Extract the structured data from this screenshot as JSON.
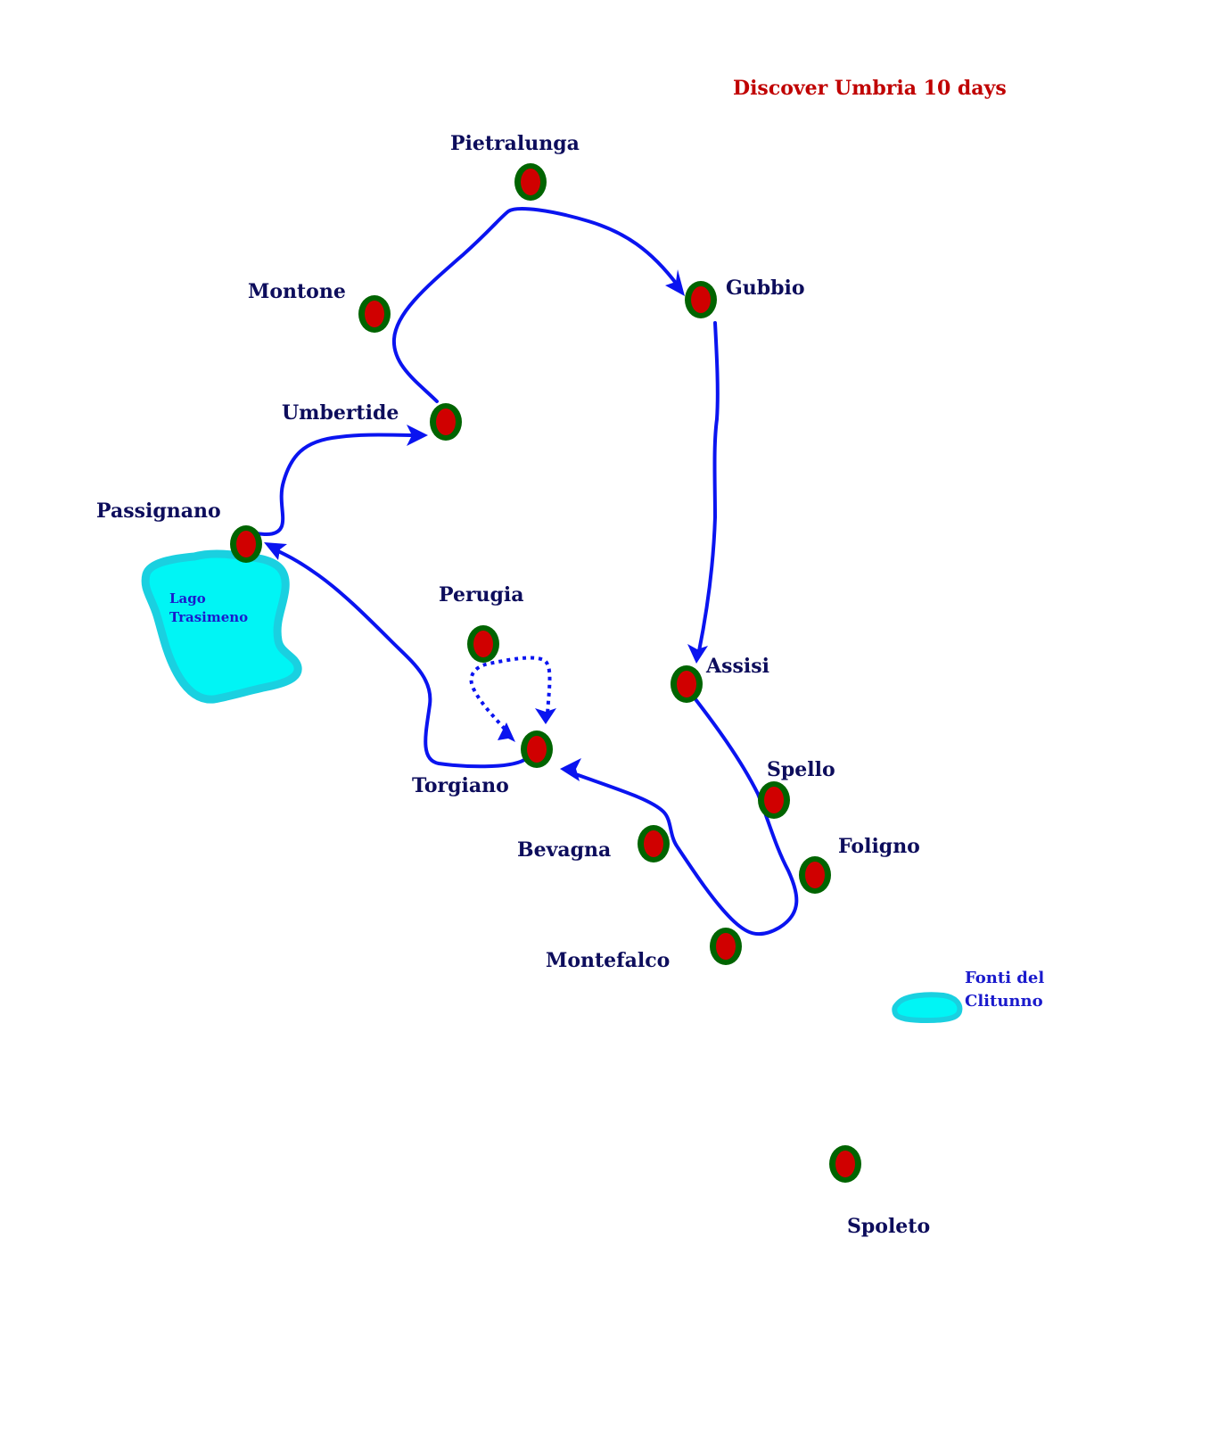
{
  "title": "Discover Umbria 10 days",
  "colors": {
    "title": "#c00000",
    "label": "#0d0d5c",
    "route": "#0a14f0",
    "marker_outer": "#006400",
    "marker_inner": "#d00000",
    "water": "#00f5f5",
    "water_label": "#1a1acc"
  },
  "cities": [
    {
      "id": "pietralunga",
      "name": "Pietralunga"
    },
    {
      "id": "montone",
      "name": "Montone"
    },
    {
      "id": "gubbio",
      "name": "Gubbio"
    },
    {
      "id": "umbertide",
      "name": "Umbertide"
    },
    {
      "id": "passignano",
      "name": "Passignano"
    },
    {
      "id": "perugia",
      "name": "Perugia"
    },
    {
      "id": "assisi",
      "name": "Assisi"
    },
    {
      "id": "torgiano",
      "name": "Torgiano"
    },
    {
      "id": "spello",
      "name": "Spello"
    },
    {
      "id": "bevagna",
      "name": "Bevagna"
    },
    {
      "id": "foligno",
      "name": "Foligno"
    },
    {
      "id": "montefalco",
      "name": "Montefalco"
    },
    {
      "id": "spoleto",
      "name": "Spoleto"
    }
  ],
  "water_bodies": [
    {
      "id": "trasimeno",
      "line1": "Lago",
      "line2": "Trasimeno"
    },
    {
      "id": "clitunno",
      "line1": "Fonti del",
      "line2": "Clitunno"
    }
  ],
  "route": [
    {
      "from": "Torgiano",
      "to": "Passignano",
      "style": "solid"
    },
    {
      "from": "Passignano",
      "to": "Umbertide",
      "style": "solid"
    },
    {
      "from": "Umbertide",
      "to": "Gubbio",
      "via": "Pietralunga",
      "style": "solid"
    },
    {
      "from": "Gubbio",
      "to": "Assisi",
      "style": "solid"
    },
    {
      "from": "Assisi",
      "to": "Torgiano",
      "via": "Spello, Foligno, Montefalco",
      "style": "solid"
    },
    {
      "from": "Torgiano",
      "to": "Perugia",
      "style": "dotted",
      "round_trip": true
    }
  ]
}
